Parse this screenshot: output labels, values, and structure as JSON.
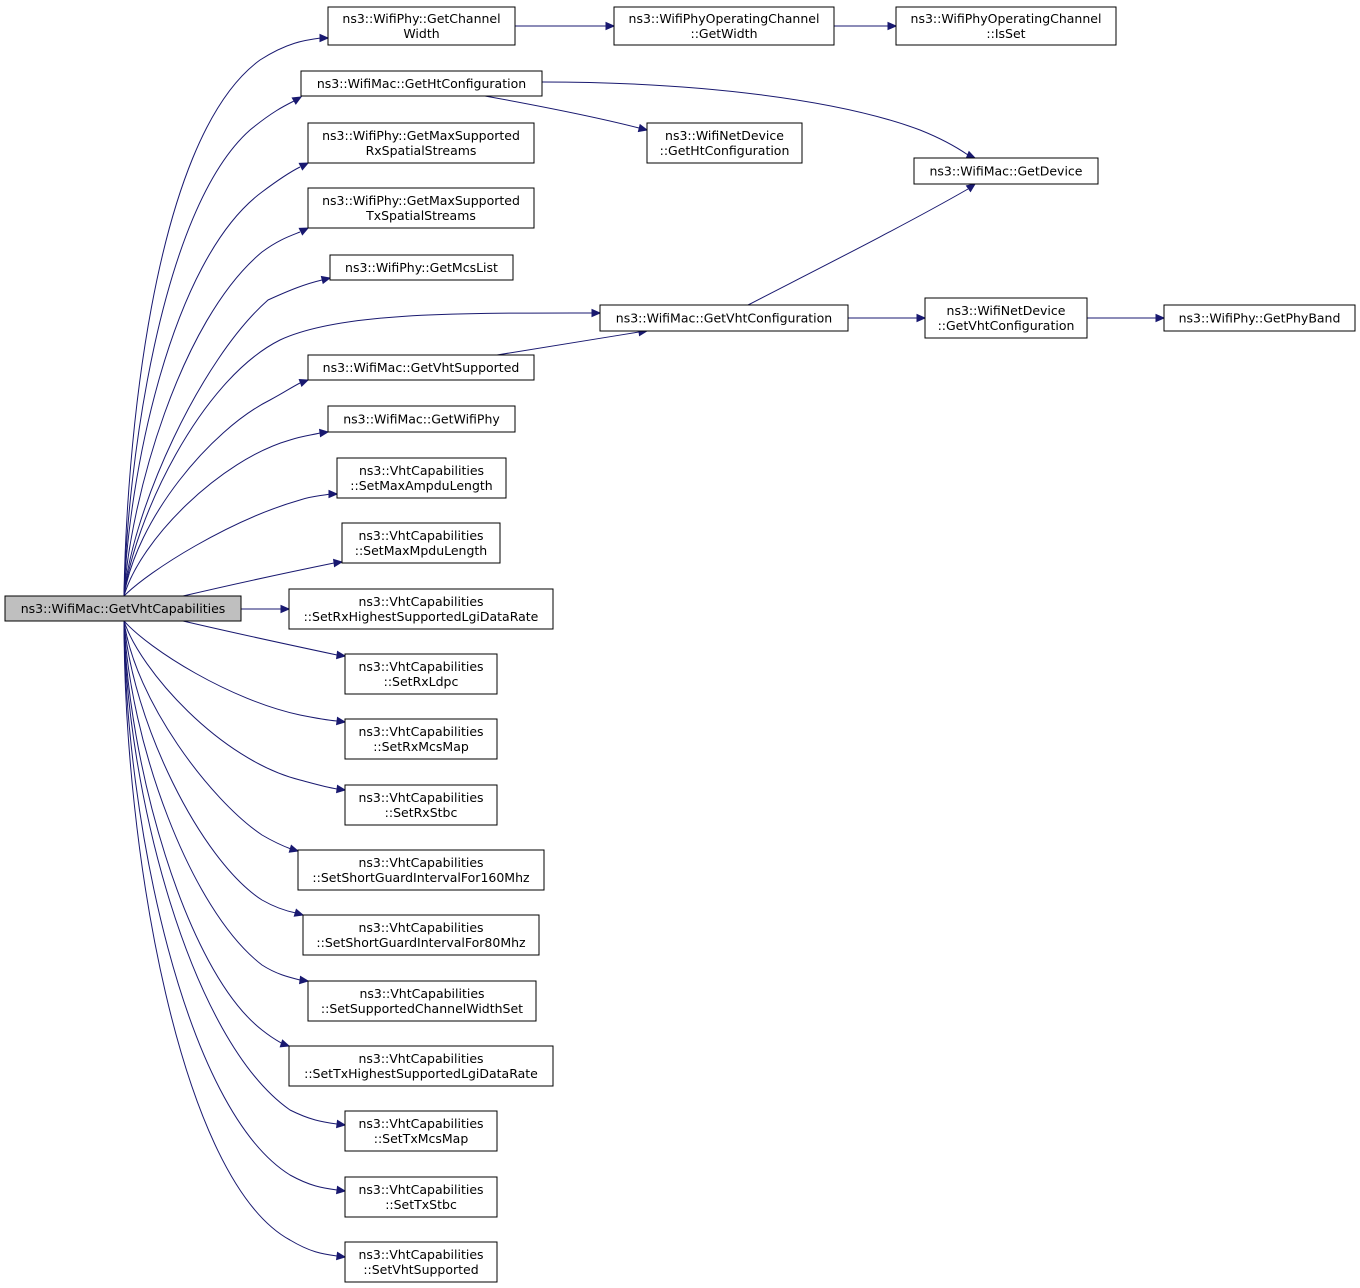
{
  "diagram": {
    "type": "call-graph",
    "colors": {
      "edge": "#191970",
      "node_fill": "#ffffff",
      "root_fill": "#bfbfbf",
      "border": "#000000"
    },
    "root": {
      "id": "root",
      "lines": [
        "ns3::WifiMac::GetVhtCapabilities"
      ]
    },
    "nodes": [
      {
        "id": "phy_getchannelwidth",
        "lines": [
          "ns3::WifiPhy::GetChannel",
          "Width"
        ]
      },
      {
        "id": "opch_getwidth",
        "lines": [
          "ns3::WifiPhyOperatingChannel",
          "::GetWidth"
        ]
      },
      {
        "id": "opch_isset",
        "lines": [
          "ns3::WifiPhyOperatingChannel",
          "::IsSet"
        ]
      },
      {
        "id": "mac_getht",
        "lines": [
          "ns3::WifiMac::GetHtConfiguration"
        ]
      },
      {
        "id": "nd_getht",
        "lines": [
          "ns3::WifiNetDevice",
          "::GetHtConfiguration"
        ]
      },
      {
        "id": "mac_getdevice",
        "lines": [
          "ns3::WifiMac::GetDevice"
        ]
      },
      {
        "id": "phy_maxrx",
        "lines": [
          "ns3::WifiPhy::GetMaxSupported",
          "RxSpatialStreams"
        ]
      },
      {
        "id": "phy_maxtx",
        "lines": [
          "ns3::WifiPhy::GetMaxSupported",
          "TxSpatialStreams"
        ]
      },
      {
        "id": "phy_mcslist",
        "lines": [
          "ns3::WifiPhy::GetMcsList"
        ]
      },
      {
        "id": "mac_getvhtconf",
        "lines": [
          "ns3::WifiMac::GetVhtConfiguration"
        ]
      },
      {
        "id": "nd_getvhtconf",
        "lines": [
          "ns3::WifiNetDevice",
          "::GetVhtConfiguration"
        ]
      },
      {
        "id": "phy_getphyband",
        "lines": [
          "ns3::WifiPhy::GetPhyBand"
        ]
      },
      {
        "id": "mac_vhtsupported",
        "lines": [
          "ns3::WifiMac::GetVhtSupported"
        ]
      },
      {
        "id": "mac_getwifiphy",
        "lines": [
          "ns3::WifiMac::GetWifiPhy"
        ]
      },
      {
        "id": "vc_maxampdu",
        "lines": [
          "ns3::VhtCapabilities",
          "::SetMaxAmpduLength"
        ]
      },
      {
        "id": "vc_maxmpdu",
        "lines": [
          "ns3::VhtCapabilities",
          "::SetMaxMpduLength"
        ]
      },
      {
        "id": "vc_rxhighest",
        "lines": [
          "ns3::VhtCapabilities",
          "::SetRxHighestSupportedLgiDataRate"
        ]
      },
      {
        "id": "vc_rxldpc",
        "lines": [
          "ns3::VhtCapabilities",
          "::SetRxLdpc"
        ]
      },
      {
        "id": "vc_rxmcs",
        "lines": [
          "ns3::VhtCapabilities",
          "::SetRxMcsMap"
        ]
      },
      {
        "id": "vc_rxstbc",
        "lines": [
          "ns3::VhtCapabilities",
          "::SetRxStbc"
        ]
      },
      {
        "id": "vc_sgi160",
        "lines": [
          "ns3::VhtCapabilities",
          "::SetShortGuardIntervalFor160Mhz"
        ]
      },
      {
        "id": "vc_sgi80",
        "lines": [
          "ns3::VhtCapabilities",
          "::SetShortGuardIntervalFor80Mhz"
        ]
      },
      {
        "id": "vc_chwidth",
        "lines": [
          "ns3::VhtCapabilities",
          "::SetSupportedChannelWidthSet"
        ]
      },
      {
        "id": "vc_txhighest",
        "lines": [
          "ns3::VhtCapabilities",
          "::SetTxHighestSupportedLgiDataRate"
        ]
      },
      {
        "id": "vc_txmcs",
        "lines": [
          "ns3::VhtCapabilities",
          "::SetTxMcsMap"
        ]
      },
      {
        "id": "vc_txstbc",
        "lines": [
          "ns3::VhtCapabilities",
          "::SetTxStbc"
        ]
      },
      {
        "id": "vc_vhtsupported",
        "lines": [
          "ns3::VhtCapabilities",
          "::SetVhtSupported"
        ]
      }
    ],
    "edges": [
      [
        "root",
        "phy_getchannelwidth"
      ],
      [
        "root",
        "mac_getht"
      ],
      [
        "root",
        "phy_maxrx"
      ],
      [
        "root",
        "phy_maxtx"
      ],
      [
        "root",
        "phy_mcslist"
      ],
      [
        "root",
        "mac_getvhtconf"
      ],
      [
        "root",
        "mac_vhtsupported"
      ],
      [
        "root",
        "mac_getwifiphy"
      ],
      [
        "root",
        "vc_maxampdu"
      ],
      [
        "root",
        "vc_maxmpdu"
      ],
      [
        "root",
        "vc_rxhighest"
      ],
      [
        "root",
        "vc_rxldpc"
      ],
      [
        "root",
        "vc_rxmcs"
      ],
      [
        "root",
        "vc_rxstbc"
      ],
      [
        "root",
        "vc_sgi160"
      ],
      [
        "root",
        "vc_sgi80"
      ],
      [
        "root",
        "vc_chwidth"
      ],
      [
        "root",
        "vc_txhighest"
      ],
      [
        "root",
        "vc_txmcs"
      ],
      [
        "root",
        "vc_txstbc"
      ],
      [
        "root",
        "vc_vhtsupported"
      ],
      [
        "phy_getchannelwidth",
        "opch_getwidth"
      ],
      [
        "opch_getwidth",
        "opch_isset"
      ],
      [
        "mac_getht",
        "nd_getht"
      ],
      [
        "mac_getht",
        "mac_getdevice"
      ],
      [
        "mac_getvhtconf",
        "mac_getdevice"
      ],
      [
        "mac_getvhtconf",
        "nd_getvhtconf"
      ],
      [
        "nd_getvhtconf",
        "phy_getphyband"
      ],
      [
        "mac_vhtsupported",
        "mac_getvhtconf"
      ]
    ]
  }
}
